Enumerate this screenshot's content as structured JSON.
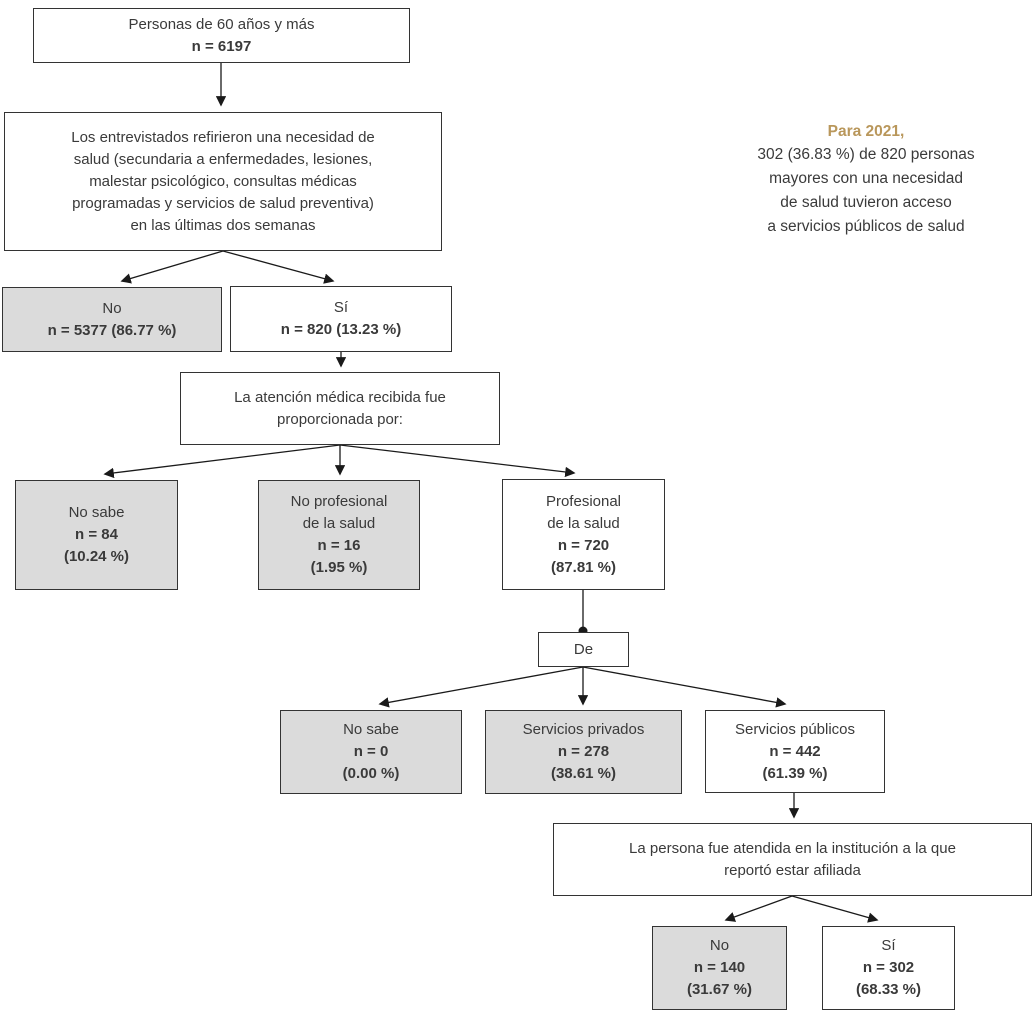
{
  "figure": {
    "background": "#ffffff",
    "box_fill_shaded": "#dbdbdb",
    "box_fill_plain": "#ffffff",
    "border_color": "#333333",
    "text_color": "#3a3a3a",
    "accent_color": "#b9975b"
  },
  "annotation": {
    "title": "Para 2021,",
    "lines": [
      "302 (36.83 %) de 820 personas",
      "mayores con una necesidad",
      "de salud tuvieron acceso",
      "a servicios públicos de salud"
    ]
  },
  "nodes": {
    "root": {
      "title": [
        "Personas de 60 años y más"
      ],
      "stats": [
        "n = 6197"
      ]
    },
    "necesidad": {
      "title": [
        "Los entrevistados refirieron una necesidad de",
        "salud (secundaria a enfermedades, lesiones,",
        "malestar psicológico, consultas médicas",
        "programadas y servicios de salud preventiva)",
        "en las últimas dos semanas"
      ]
    },
    "no_necesidad": {
      "title": [
        "No"
      ],
      "stats": [
        "n = 5377 (86.77 %)"
      ]
    },
    "si_necesidad": {
      "title": [
        "Sí"
      ],
      "stats": [
        "n = 820 (13.23 %)"
      ]
    },
    "atencion": {
      "title": [
        "La atención médica recibida fue",
        "proporcionada por:"
      ]
    },
    "no_sabe_atencion": {
      "title": [
        "No sabe"
      ],
      "stats": [
        "n = 84",
        "(10.24 %)"
      ]
    },
    "no_profesional": {
      "title": [
        "No profesional",
        "de la salud"
      ],
      "stats": [
        "n = 16",
        "(1.95 %)"
      ]
    },
    "profesional": {
      "title": [
        "Profesional",
        "de la salud"
      ],
      "stats": [
        "n = 720",
        "(87.81 %)"
      ]
    },
    "de": {
      "title": [
        "De"
      ]
    },
    "no_sabe_servicio": {
      "title": [
        "No sabe"
      ],
      "stats": [
        "n = 0",
        "(0.00 %)"
      ]
    },
    "servicios_privados": {
      "title": [
        "Servicios privados"
      ],
      "stats": [
        "n = 278",
        "(38.61 %)"
      ]
    },
    "servicios_publicos": {
      "title": [
        "Servicios públicos"
      ],
      "stats": [
        "n = 442",
        "(61.39 %)"
      ]
    },
    "afiliada": {
      "title": [
        "La persona fue atendida en la institución a la que",
        "reportó estar afiliada"
      ]
    },
    "no_afiliada": {
      "title": [
        "No"
      ],
      "stats": [
        "n = 140",
        "(31.67 %)"
      ]
    },
    "si_afiliada": {
      "title": [
        "Sí"
      ],
      "stats": [
        "n = 302",
        "(68.33 %)"
      ]
    }
  }
}
